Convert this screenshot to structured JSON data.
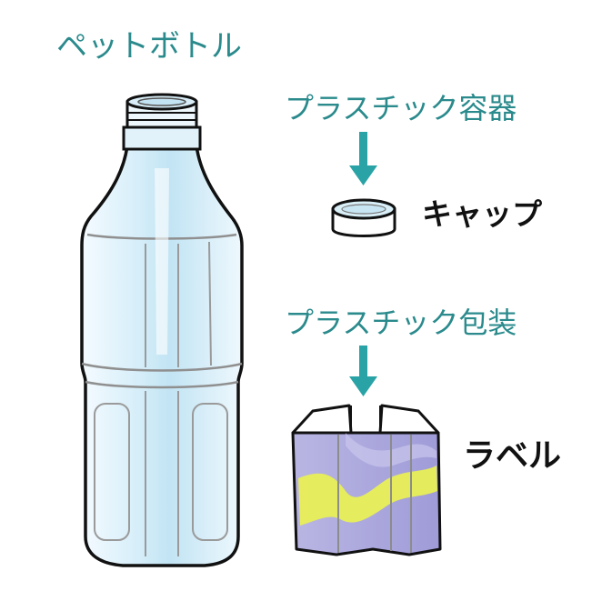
{
  "labels": {
    "pet_bottle": "ペットボトル",
    "plastic_container": "プラスチック容器",
    "cap": "キャップ",
    "plastic_packaging": "プラスチック包装",
    "label": "ラベル"
  },
  "colors": {
    "text_teal": "#2a8a8c",
    "arrow_teal": "#2aa3a6",
    "bottle_light_blue": "#cfe9f6",
    "label_purple": "#a9a6dc",
    "label_yellow": "#e8ef55"
  }
}
